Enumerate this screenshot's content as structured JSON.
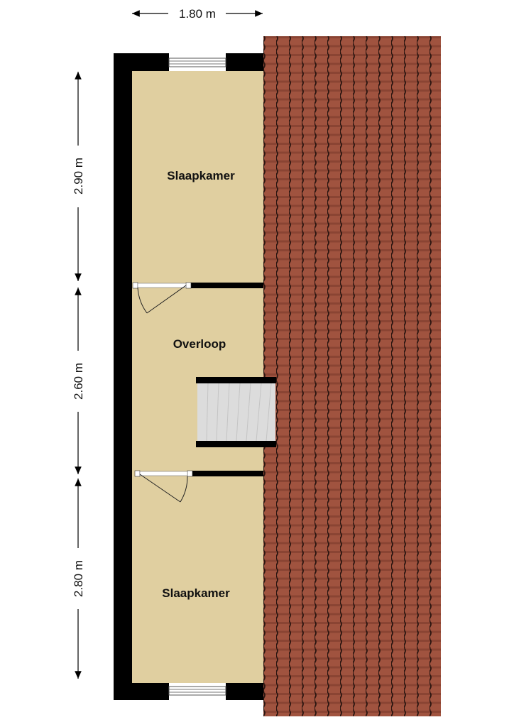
{
  "dimensions": {
    "width_top": "1.80 m",
    "height_top_room": "2.90 m",
    "height_middle": "2.60 m",
    "height_bottom_room": "2.80 m"
  },
  "rooms": [
    {
      "name": "Slaapkamer"
    },
    {
      "name": "Overloop"
    },
    {
      "name": "Slaapkamer"
    }
  ],
  "colors": {
    "floor": "#e0cfa0",
    "wall": "#000000",
    "roof": "#a0533f",
    "roof_shadow": "#2a1510",
    "stairs": "#d8d8d8"
  }
}
